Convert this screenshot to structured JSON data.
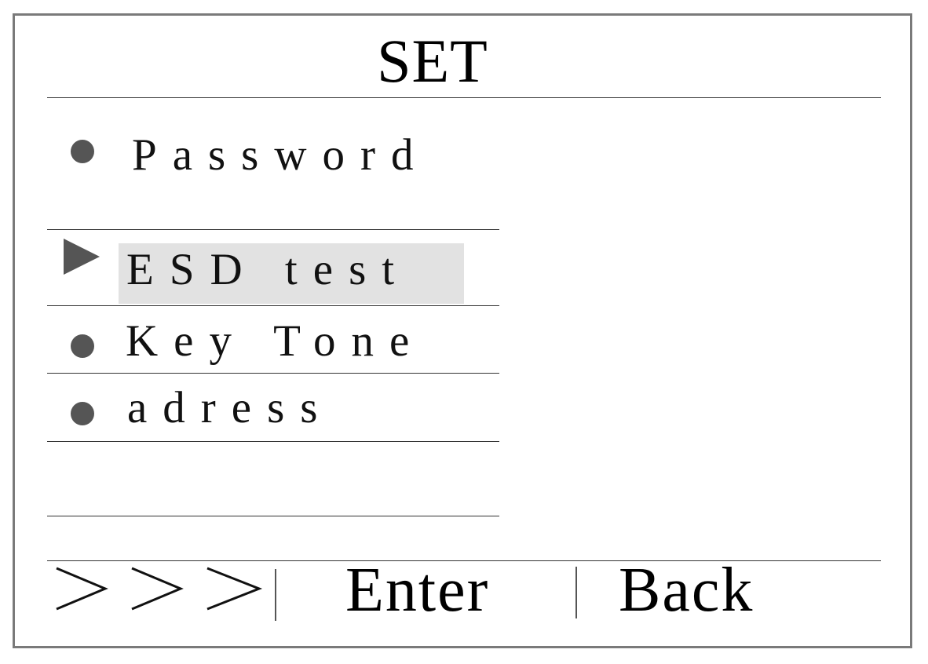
{
  "screen": {
    "title": "SET"
  },
  "menu": {
    "items": [
      {
        "label": "Password",
        "selected": false,
        "marker": "bullet-icon"
      },
      {
        "label": "ESD test",
        "selected": true,
        "marker": "pointer-triangle-icon"
      },
      {
        "label": "Key Tone",
        "selected": false,
        "marker": "bullet-icon"
      },
      {
        "label": "adress",
        "selected": false,
        "marker": "bullet-icon"
      }
    ],
    "highlight_color": "#e2e2e2",
    "marker_color": "#555555"
  },
  "softkeys": {
    "more_icon": "triple-chevron-right-icon",
    "enter_label": "Enter",
    "back_label": "Back"
  }
}
